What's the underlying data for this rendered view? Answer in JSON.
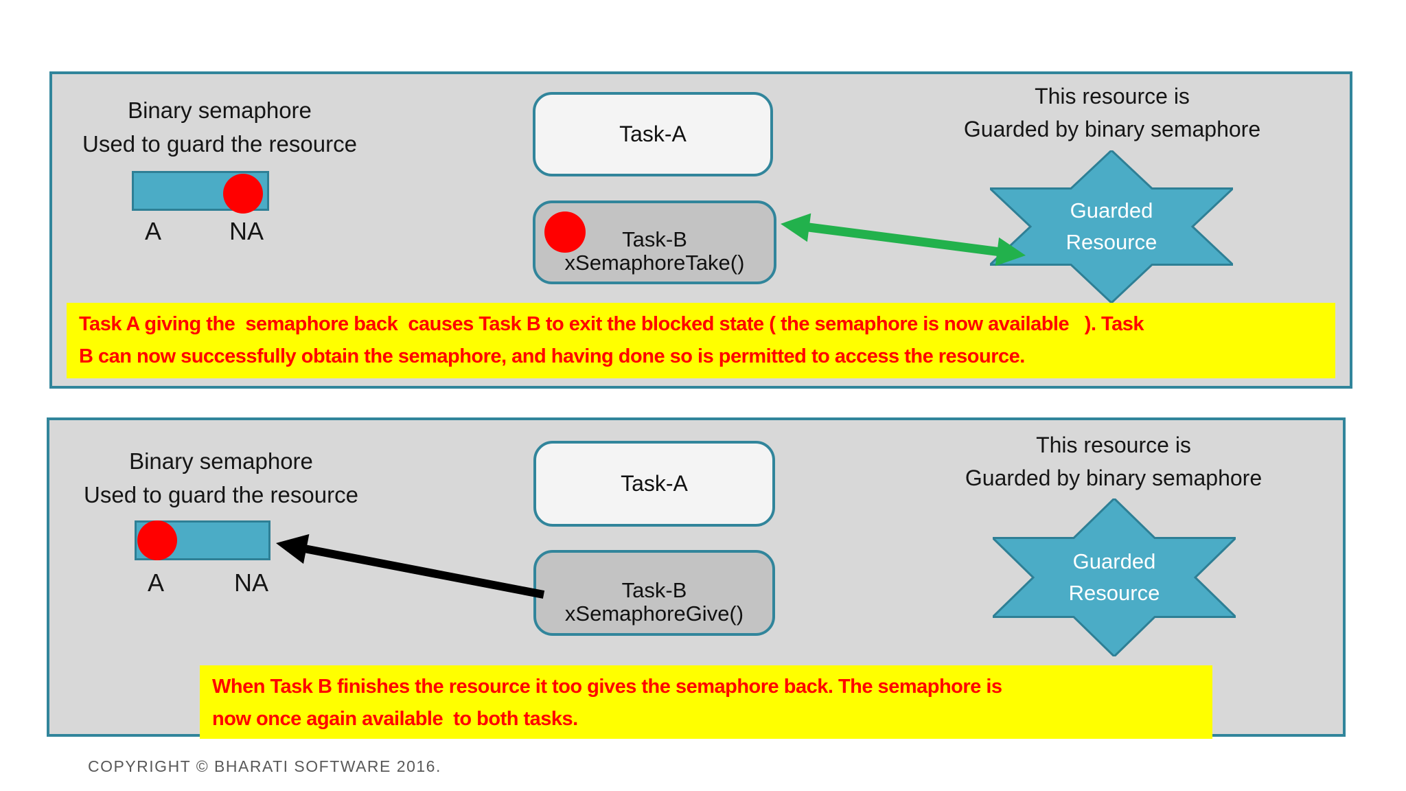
{
  "slide": {
    "footer_copyright": "COPYRIGHT © BHARATI SOFTWARE 2016."
  },
  "colors": {
    "panel_background": "#d8d8d8",
    "panel_border_teal": "#31859b",
    "semaphore_fill_teal": "#4bacc6",
    "token_red": "#ff0000",
    "task_a_fill": "#f4f4f4",
    "task_b_fill": "#c3c3c3",
    "arrow_green": "#22b14c",
    "arrow_black": "#000000",
    "caption_background_yellow": "#ffff00",
    "caption_text_red": "#ff0000",
    "star_text_white": "#ffffff"
  },
  "panels": [
    {
      "name": "task-b-takes-semaphore",
      "semaphore_heading": "Binary semaphore\nUsed to guard the resource",
      "label_a": "A",
      "label_na": "NA",
      "token_position": "NA",
      "task_a_label": "Task-A",
      "task_b_label": "Task-B\nxSemaphoreTake()",
      "task_b_has_blocked_token": true,
      "resource_heading": "This resource is\nGuarded by binary semaphore",
      "star_label": "Guarded\nResource",
      "arrow": "green double-headed arrow between Task-B and Guarded Resource",
      "caption": "Task A giving the  semaphore back  causes Task B to exit the blocked state ( the semaphore is now available   ). Task\nB can now successfully obtain the semaphore, and having done so is permitted to access the resource."
    },
    {
      "name": "task-b-gives-semaphore",
      "semaphore_heading": "Binary semaphore\nUsed to guard the resource",
      "label_a": "A",
      "label_na": "NA",
      "token_position": "A",
      "task_a_label": "Task-A",
      "task_b_label": "Task-B\nxSemaphoreGive()",
      "task_b_has_blocked_token": false,
      "resource_heading": "This resource is\nGuarded by binary semaphore",
      "star_label": "Guarded\nResource",
      "arrow": "black arrow from Task-B to the binary semaphore bar",
      "caption": "When Task B finishes the resource it too gives the semaphore back. The semaphore is\nnow once again available  to both tasks."
    }
  ]
}
